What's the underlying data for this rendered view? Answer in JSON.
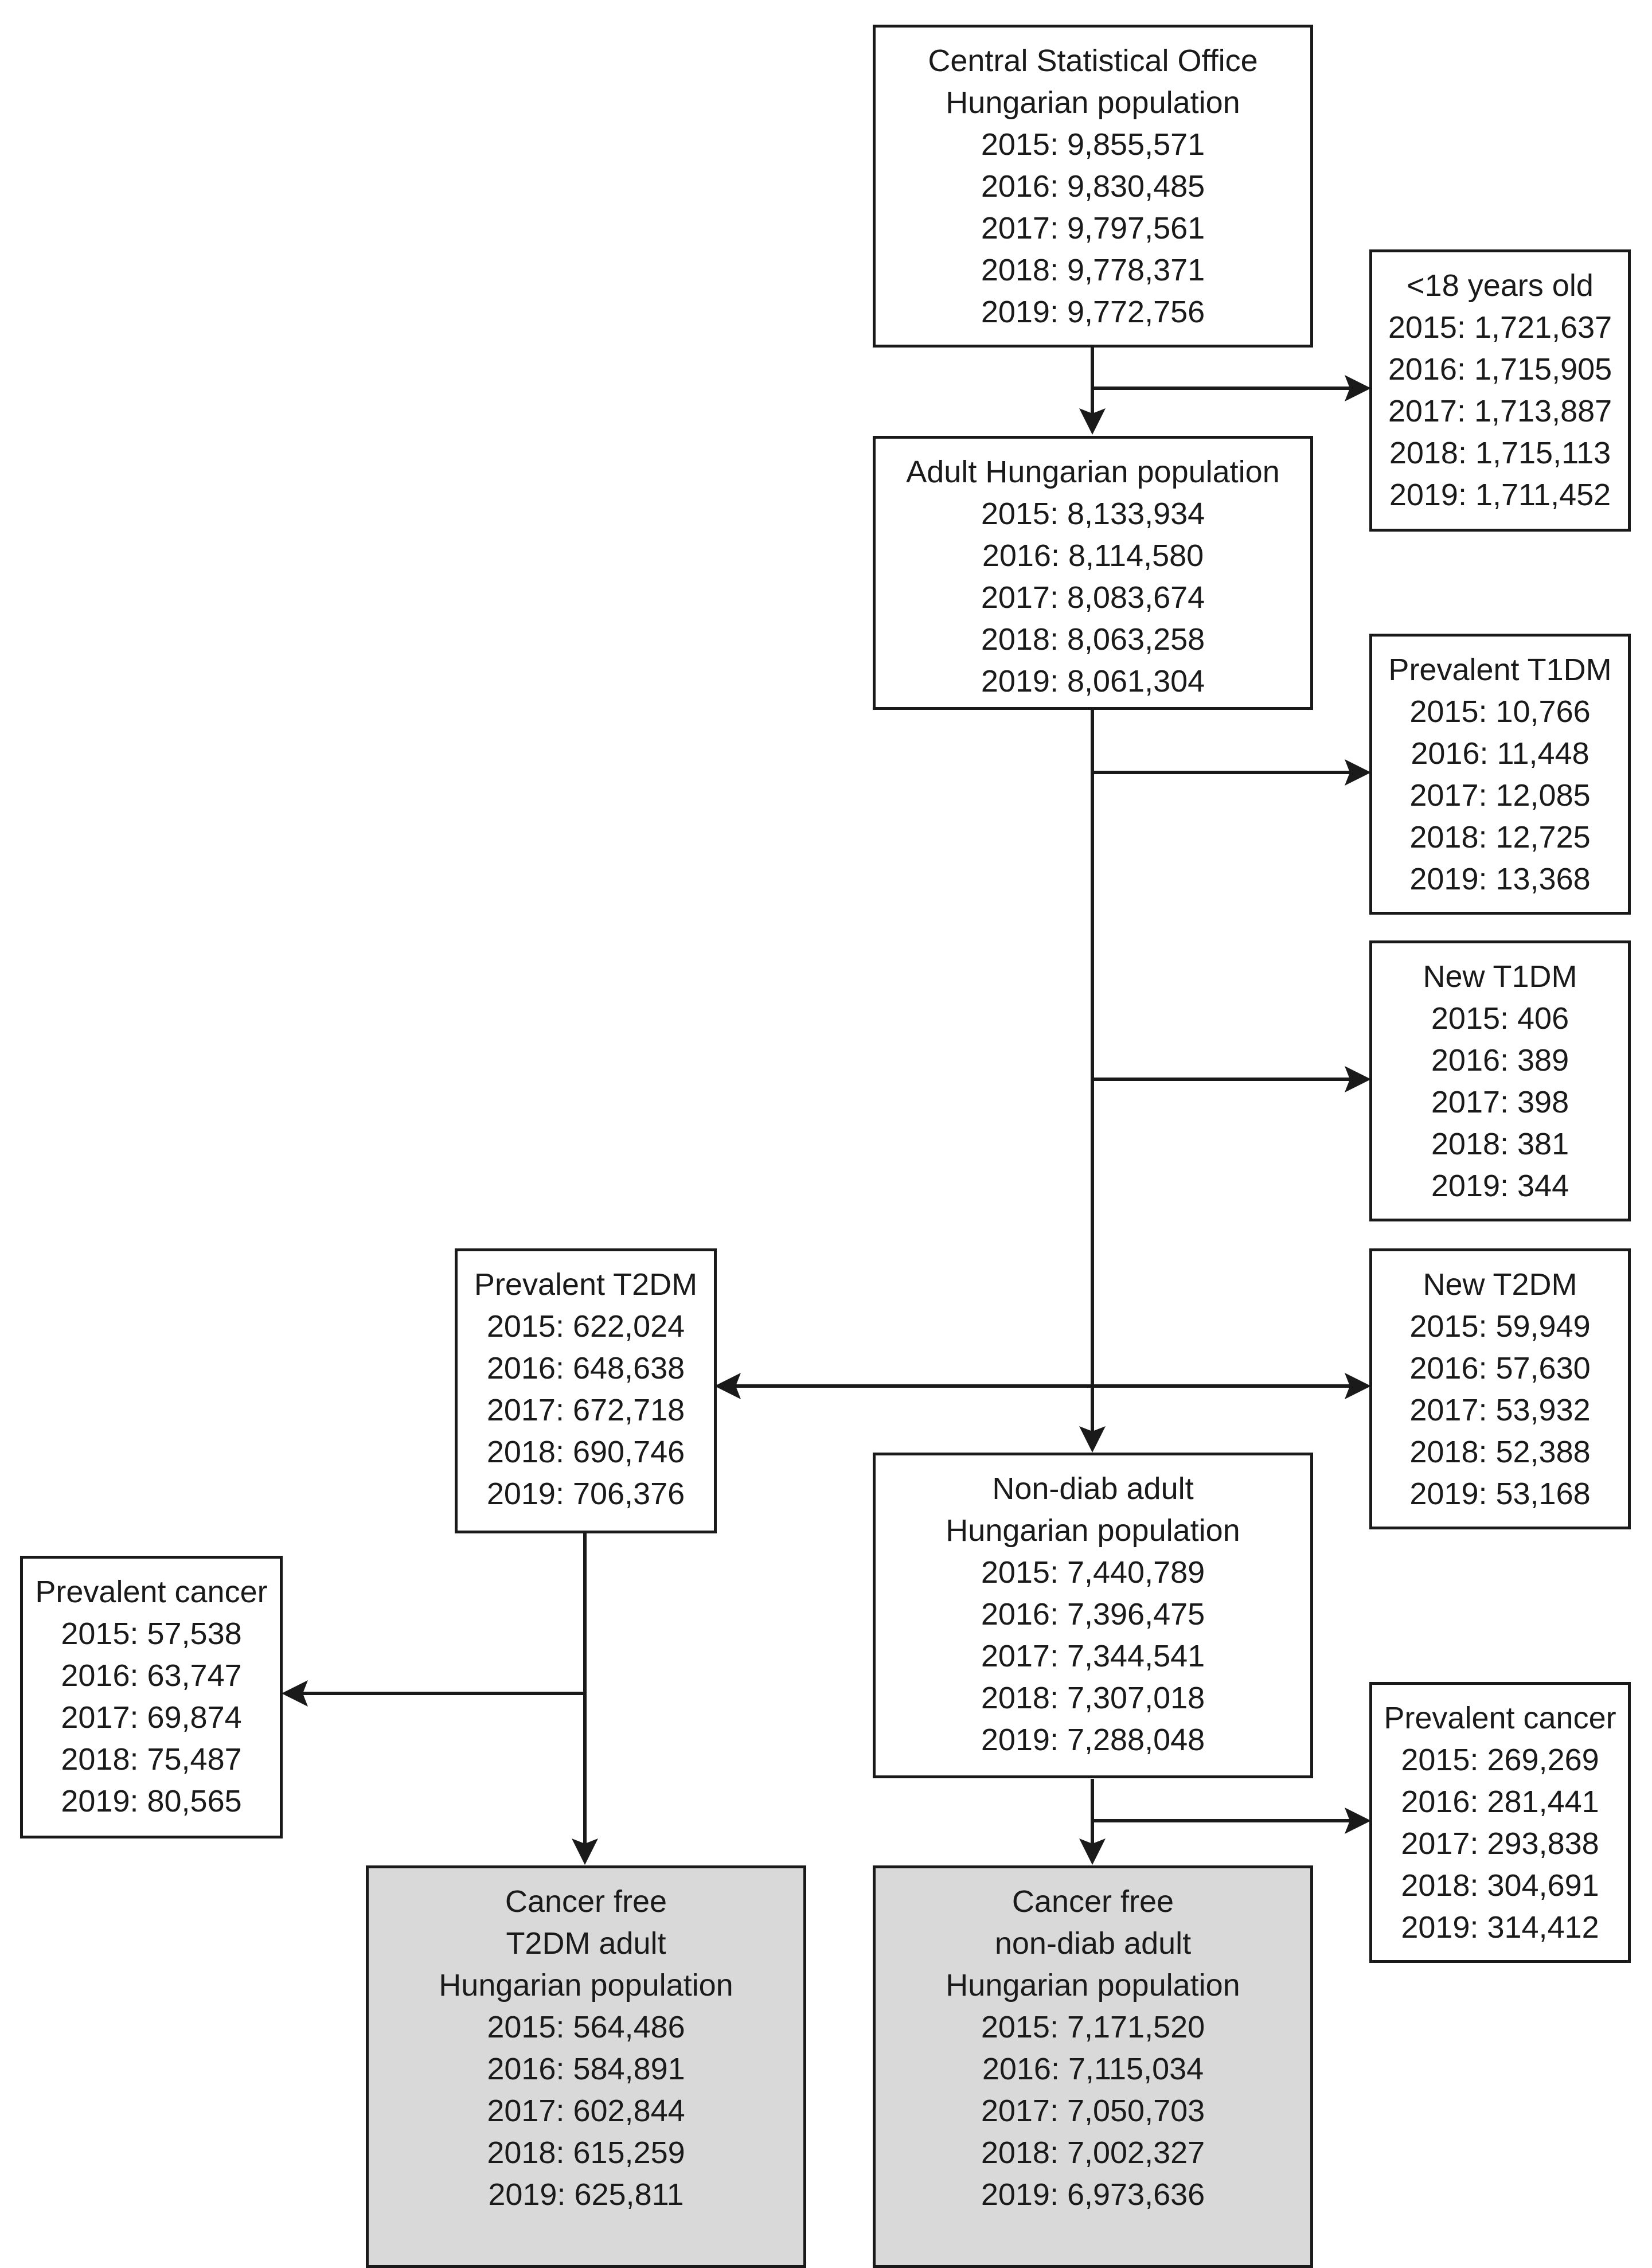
{
  "colors": {
    "line": "#1a1a1a",
    "shaded_box": "#d9d9d9",
    "box": "#ffffff"
  },
  "boxes": {
    "central": {
      "title": [
        "Central Statistical Office",
        "Hungarian population"
      ],
      "years": [
        "2015: 9,855,571",
        "2016: 9,830,485",
        "2017: 9,797,561",
        "2018: 9,778,371",
        "2019: 9,772,756"
      ]
    },
    "under18": {
      "title": [
        "<18 years old"
      ],
      "years": [
        "2015: 1,721,637",
        "2016: 1,715,905",
        "2017: 1,713,887",
        "2018: 1,715,113",
        "2019: 1,711,452"
      ]
    },
    "adult": {
      "title": [
        "Adult Hungarian population"
      ],
      "years": [
        "2015: 8,133,934",
        "2016: 8,114,580",
        "2017: 8,083,674",
        "2018: 8,063,258",
        "2019: 8,061,304"
      ]
    },
    "prev_t1dm": {
      "title": [
        "Prevalent T1DM"
      ],
      "years": [
        "2015: 10,766",
        "2016: 11,448",
        "2017: 12,085",
        "2018: 12,725",
        "2019: 13,368"
      ]
    },
    "new_t1dm": {
      "title": [
        "New T1DM"
      ],
      "years": [
        "2015: 406",
        "2016: 389",
        "2017: 398",
        "2018: 381",
        "2019: 344"
      ]
    },
    "prev_t2dm": {
      "title": [
        "Prevalent T2DM"
      ],
      "years": [
        "2015: 622,024",
        "2016: 648,638",
        "2017: 672,718",
        "2018: 690,746",
        "2019: 706,376"
      ]
    },
    "new_t2dm": {
      "title": [
        "New T2DM"
      ],
      "years": [
        "2015: 59,949",
        "2016: 57,630",
        "2017: 53,932",
        "2018: 52,388",
        "2019: 53,168"
      ]
    },
    "nondiab": {
      "title": [
        "Non-diab adult",
        "Hungarian population"
      ],
      "years": [
        "2015: 7,440,789",
        "2016: 7,396,475",
        "2017: 7,344,541",
        "2018: 7,307,018",
        "2019: 7,288,048"
      ]
    },
    "prev_cancer_t2dm": {
      "title": [
        "Prevalent cancer"
      ],
      "years": [
        "2015: 57,538",
        "2016: 63,747",
        "2017: 69,874",
        "2018: 75,487",
        "2019: 80,565"
      ]
    },
    "prev_cancer_nondiab": {
      "title": [
        "Prevalent cancer"
      ],
      "years": [
        "2015: 269,269",
        "2016: 281,441",
        "2017: 293,838",
        "2018: 304,691",
        "2019: 314,412"
      ]
    },
    "cf_t2dm": {
      "title": [
        "Cancer free",
        "T2DM adult",
        "Hungarian population"
      ],
      "years": [
        "2015: 564,486",
        "2016: 584,891",
        "2017: 602,844",
        "2018: 615,259",
        "2019: 625,811"
      ]
    },
    "cf_nondiab": {
      "title": [
        "Cancer free",
        "non-diab adult",
        "Hungarian population"
      ],
      "years": [
        "2015: 7,171,520",
        "2016: 7,115,034",
        "2017: 7,050,703",
        "2018: 7,002,327",
        "2019: 6,973,636"
      ]
    }
  }
}
